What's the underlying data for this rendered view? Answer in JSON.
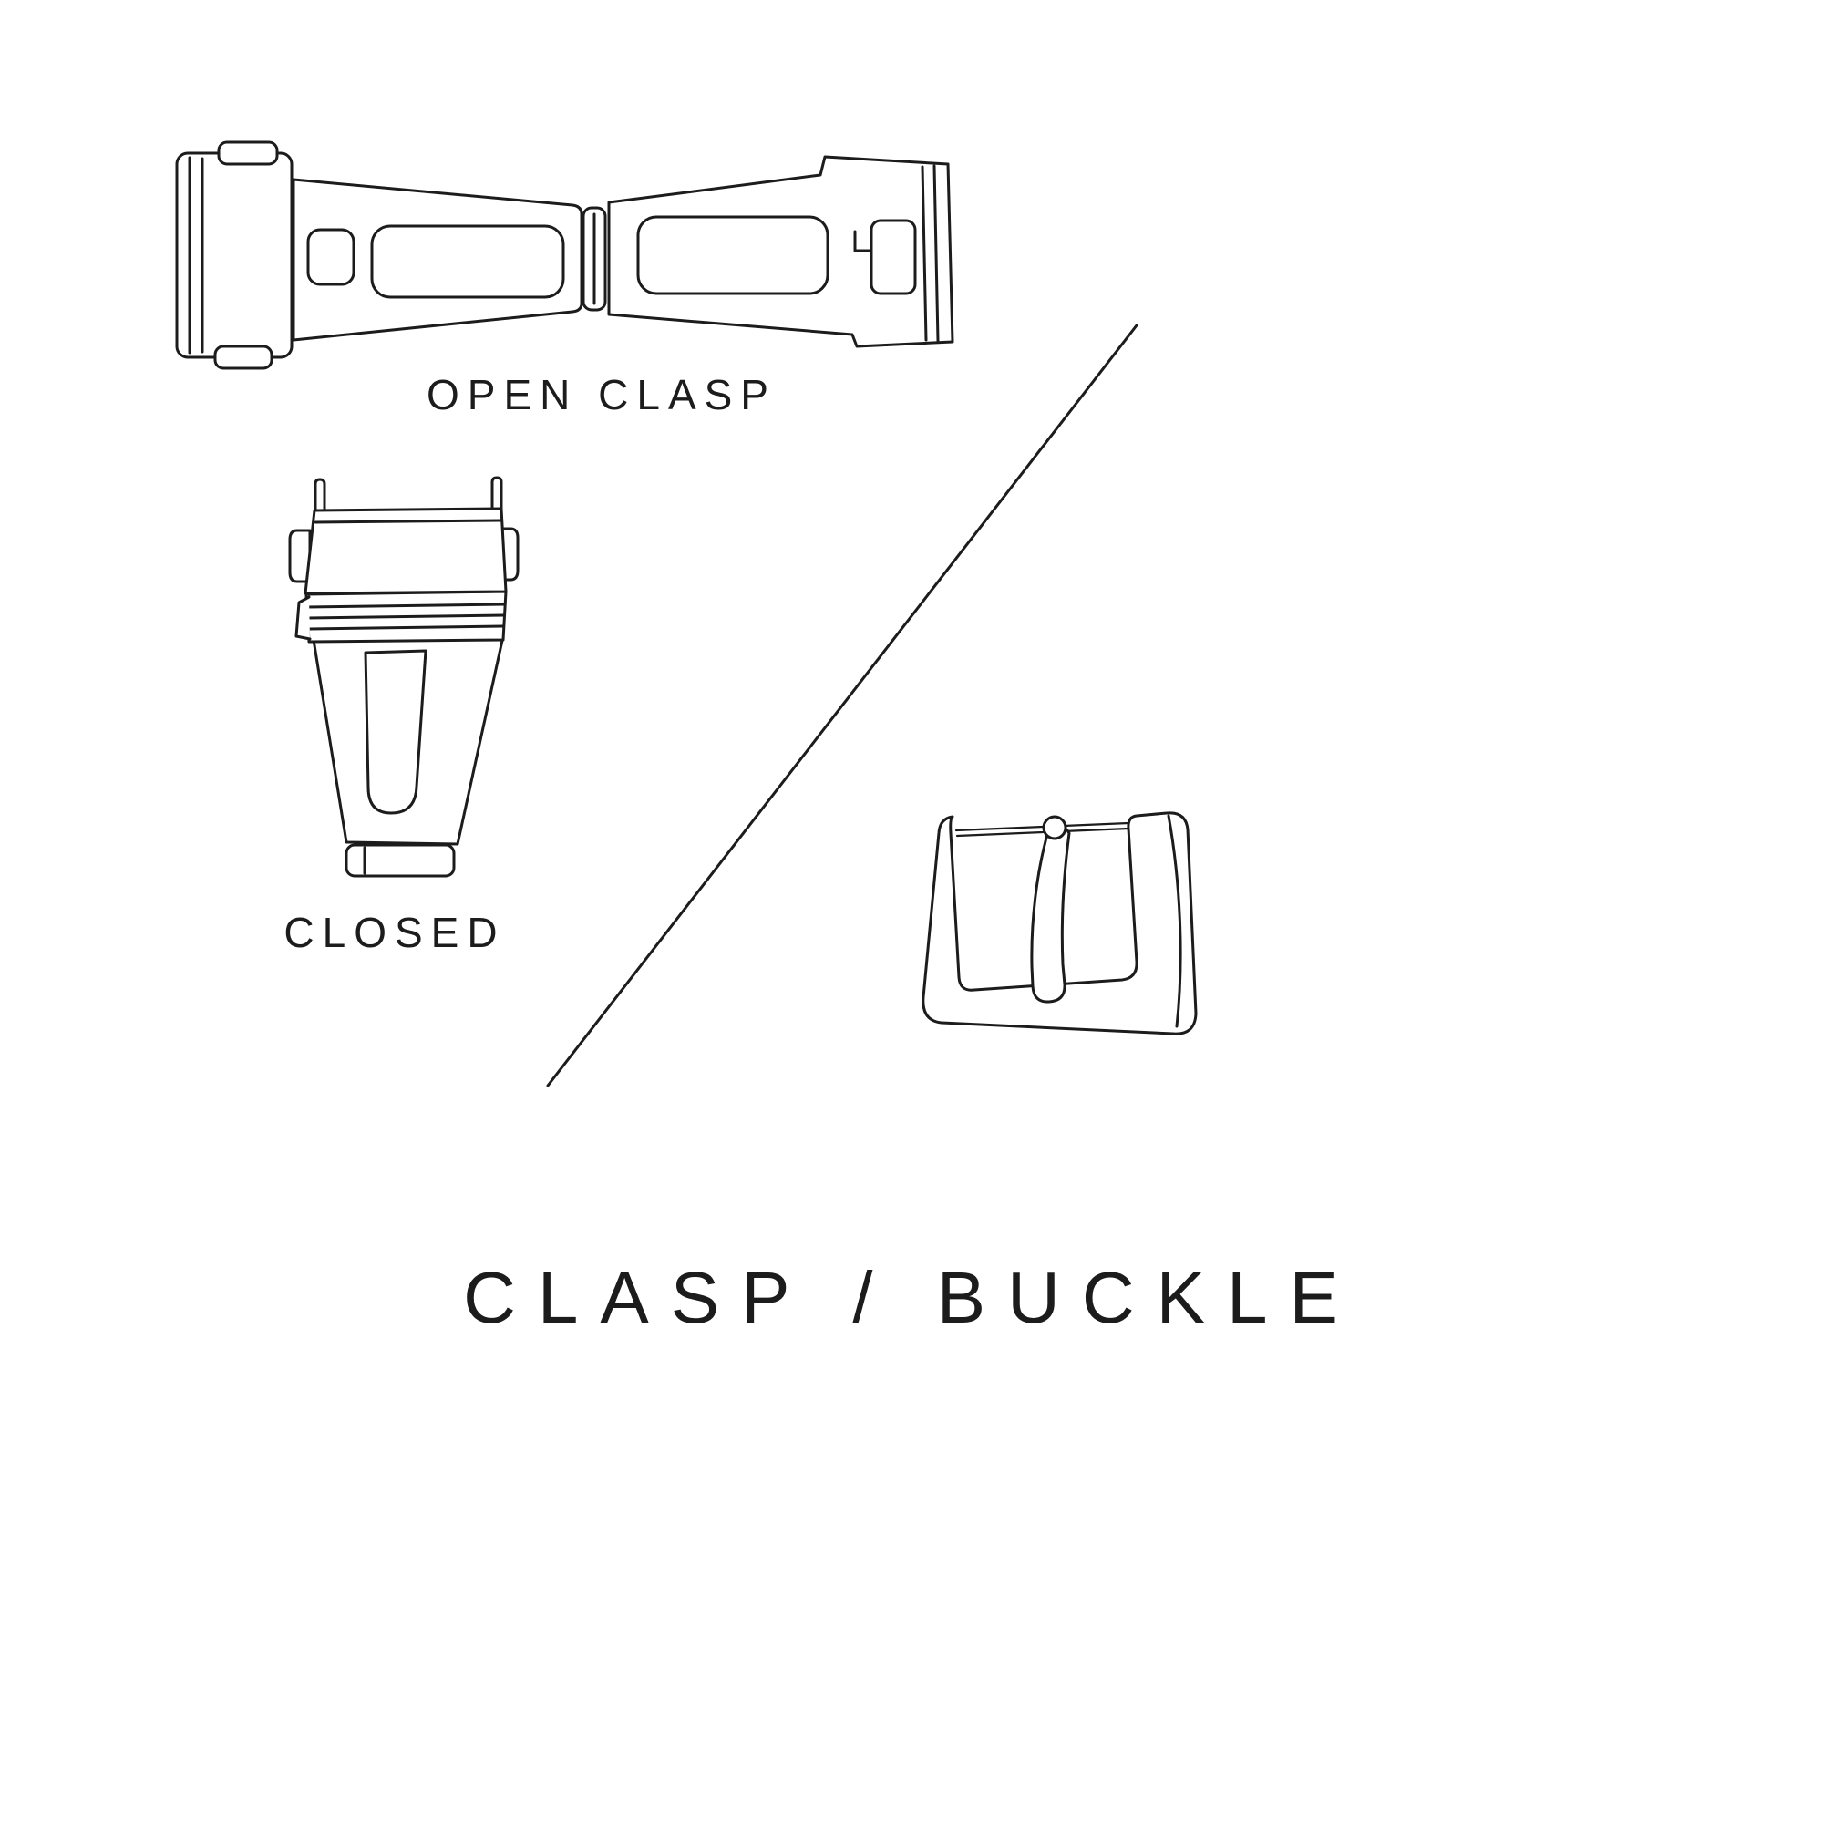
{
  "canvas": {
    "background": "#ffffff",
    "ink": "#1c1c1c"
  },
  "figures": {
    "open_clasp": {
      "name": "open-clasp-illustration",
      "label": "OPEN CLASP"
    },
    "closed_clasp": {
      "name": "closed-clasp-illustration",
      "label": "CLOSED"
    },
    "buckle": {
      "name": "buckle-illustration"
    }
  },
  "divider": {
    "name": "diagonal-divider-line"
  },
  "title": {
    "text": "CLASP / BUCKLE"
  }
}
